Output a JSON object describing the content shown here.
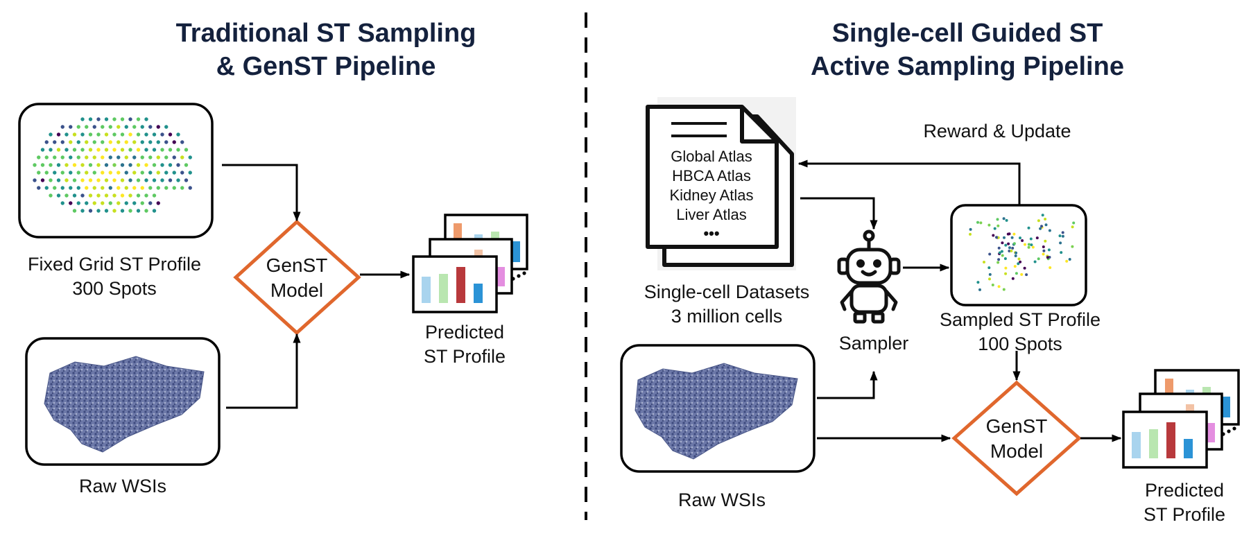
{
  "left": {
    "title_line1": "Traditional ST Sampling",
    "title_line2": "& GenST Pipeline",
    "grid_label_line1": "Fixed Grid ST Profile",
    "grid_label_line2": "300 Spots",
    "wsi_label": "Raw WSIs",
    "model_line1": "GenST",
    "model_line2": "Model",
    "pred_line1": "Predicted",
    "pred_line2": "ST Profile"
  },
  "right": {
    "title_line1": "Single-cell Guided ST",
    "title_line2": "Active Sampling Pipeline",
    "doc_items": [
      "Global Atlas",
      "HBCA Atlas",
      "Kidney Atlas",
      "Liver Atlas"
    ],
    "doc_more": "•••",
    "datasets_line1": "Single-cell Datasets",
    "datasets_line2": "3 million cells",
    "reward_label": "Reward & Update",
    "sampler_label": "Sampler",
    "sampled_line1": "Sampled ST Profile",
    "sampled_line2": "100 Spots",
    "wsi_label": "Raw WSIs",
    "model_line1": "GenST",
    "model_line2": "Model",
    "pred_line1": "Predicted",
    "pred_line2": "ST Profile"
  },
  "colors": {
    "title": "#14213d",
    "diamond": "#e0672d",
    "bar_blue_light": "#a9d4ee",
    "bar_green": "#b9e6b0",
    "bar_red": "#b8393c",
    "bar_blue": "#2b93d6",
    "bar_orange": "#ee9a6b",
    "bar_pink": "#e48ee0",
    "tissue": "#5d6b9e"
  }
}
